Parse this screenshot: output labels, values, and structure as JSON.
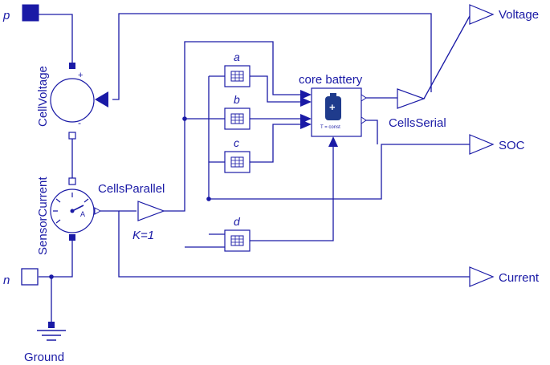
{
  "ports": {
    "p": "p",
    "n": "n",
    "voltage": "Voltage",
    "soc": "SOC",
    "current": "Current"
  },
  "components": {
    "cell_voltage": "CellVoltage",
    "sensor_current": "SensorCurrent",
    "ground": "Ground",
    "cells_parallel": "CellsParallel",
    "gain_k": "K=1",
    "cells_serial": "CellsSerial",
    "core_battery": "core battery",
    "core_battery_symbol": "+",
    "core_battery_inner_text": "T = const",
    "block_a": "a",
    "block_b": "b",
    "block_c": "c",
    "block_d": "d",
    "voltage_plus": "+",
    "voltage_minus": "-"
  },
  "colors": {
    "wire": "#1a1aa6",
    "port_fill": "#1a1aa6",
    "battery_fill": "#1f3b8c",
    "background": "#ffffff"
  }
}
